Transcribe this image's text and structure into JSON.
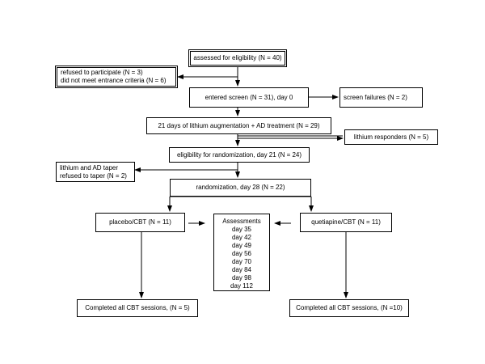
{
  "flowchart": {
    "eligibility": "assessed for eligibility  (N = 40)",
    "excluded": {
      "line1": "refused to participate   (N = 3)",
      "line2": "did not meet entrance criteria (N = 6)"
    },
    "screen": "entered screen  (N = 31), day 0",
    "screen_failures": "screen failures  (N = 2)",
    "augmentation": "21 days of lithium augmentation + AD treatment (N = 29)",
    "lithium_responders": "lithium responders   (N = 5)",
    "randomization_eligibility": "eligibility for randomization, day 21 (N = 24)",
    "taper": {
      "line1": "lithium and AD taper",
      "line2": "refused to taper (N = 2)"
    },
    "randomization": "randomization, day 28  (N = 22)",
    "placebo": "placebo/CBT (N = 11)",
    "quetiapine": "quetiapine/CBT (N = 11)",
    "assessments": {
      "title": "Assessments",
      "days": [
        "day 35",
        "day 42",
        "day 49",
        "day 56",
        "day 70",
        "day 84",
        "day 98",
        "day 112"
      ]
    },
    "completed_placebo": "Completed all CBT sessions, (N = 5)",
    "completed_quetiapine": "Completed all CBT sessions, (N =10)"
  }
}
